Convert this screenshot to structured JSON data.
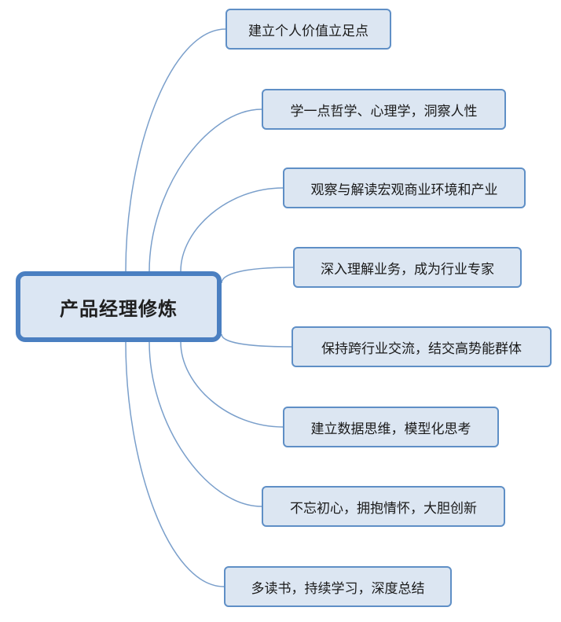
{
  "mindmap": {
    "root": {
      "label": "产品经理修炼",
      "icon": "none"
    },
    "branches": [
      {
        "label": "建立个人价值立足点"
      },
      {
        "label": "学一点哲学、心理学，洞察人性"
      },
      {
        "label": "观察与解读宏观商业环境和产业"
      },
      {
        "label": "深入理解业务，成为行业专家"
      },
      {
        "label": "保持跨行业交流，结交高势能群体"
      },
      {
        "label": "建立数据思维，模型化思考"
      },
      {
        "label": "不忘初心，拥抱情怀，大胆创新"
      },
      {
        "label": "多读书，持续学习，深度总结"
      }
    ],
    "colors": {
      "root_border": "#4a7fc1",
      "root_fill": "#dbe6f3",
      "branch_border": "#5f8fc6",
      "branch_fill": "#dce6f2",
      "connector": "#7a9fcb"
    }
  }
}
